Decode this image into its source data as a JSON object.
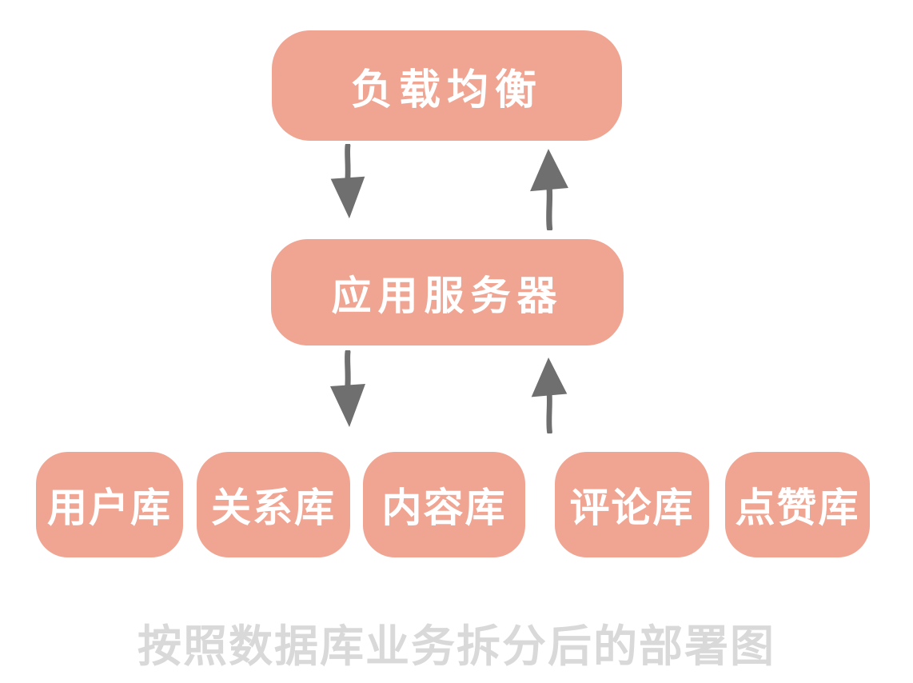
{
  "colors": {
    "box_fill": "#f0a492",
    "box_text": "#ffffff",
    "arrow": "#6f6f6f",
    "caption_text": "#d9d9d9",
    "background": "#ffffff"
  },
  "diagram": {
    "load_balancer": {
      "label": "负载均衡"
    },
    "app_server": {
      "label": "应用服务器"
    },
    "databases": [
      {
        "label": "用户库"
      },
      {
        "label": "关系库"
      },
      {
        "label": "内容库"
      },
      {
        "label": "评论库"
      },
      {
        "label": "点赞库"
      }
    ],
    "connections": [
      {
        "from": "load_balancer",
        "to": "app_server",
        "direction": "down"
      },
      {
        "from": "app_server",
        "to": "load_balancer",
        "direction": "up"
      },
      {
        "from": "app_server",
        "to": "databases",
        "direction": "down"
      },
      {
        "from": "databases",
        "to": "app_server",
        "direction": "up"
      }
    ],
    "caption": "按照数据库业务拆分后的部署图"
  }
}
